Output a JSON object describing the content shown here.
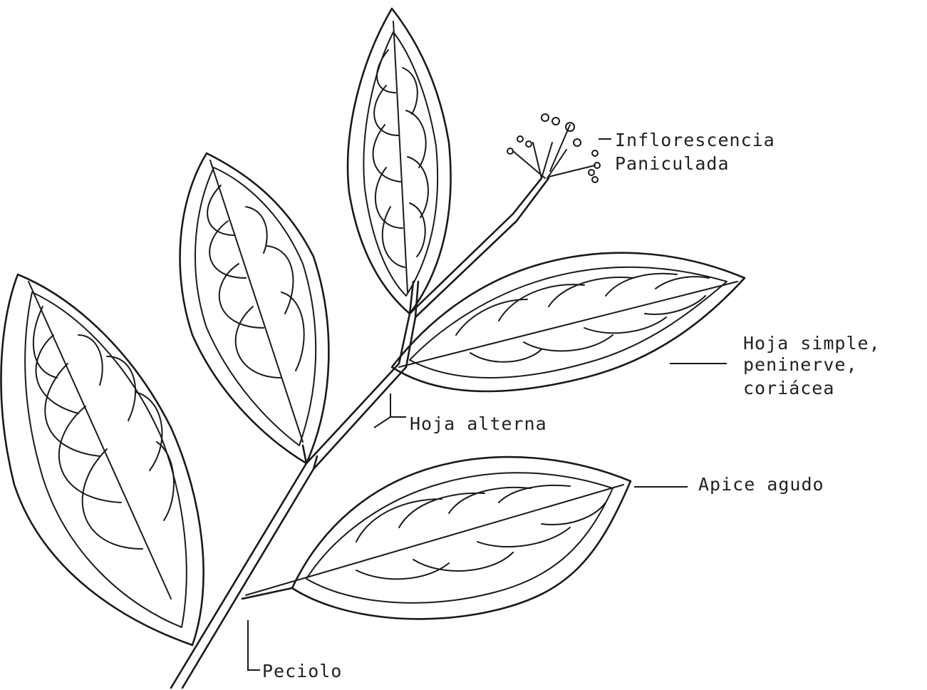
{
  "labels": {
    "inflorescence_line1": "Inflorescencia",
    "inflorescence_line2": "Paniculada",
    "simple_leaf_line1": "Hoja simple,",
    "simple_leaf_line2": "peninerve,",
    "simple_leaf_line3": "coriácea",
    "alternate_leaf": "Hoja alterna",
    "acute_apex": "Apice agudo",
    "petiole": "Peciolo"
  },
  "colors": {
    "ink": "#1a1a1a",
    "paper": "#ffffff"
  }
}
